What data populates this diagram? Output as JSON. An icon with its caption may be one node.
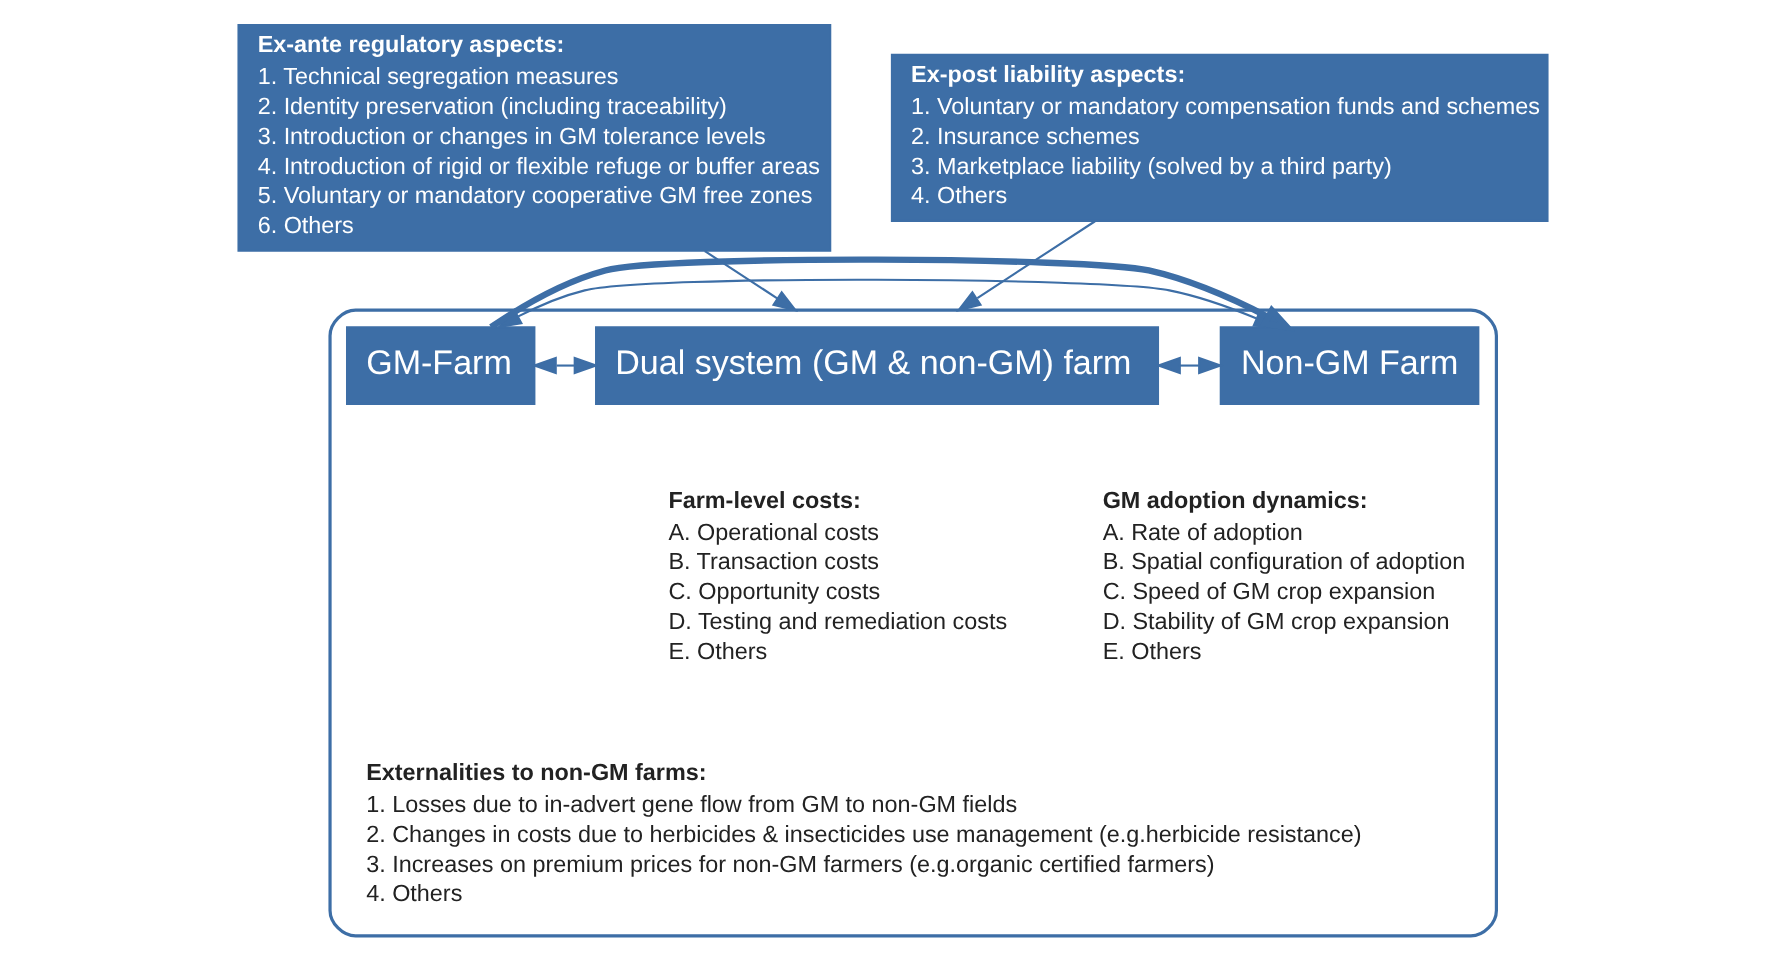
{
  "diagram": {
    "nodes": [
      {
        "text": [
          "Ex-ante regulatory aspects:",
          "1. Technical segregation measures",
          "2. Identity preservation (including traceability)",
          "3. Introduction or changes in GM tolerance levels",
          "4. Introduction of rigid or flexible refuge or buffer areas",
          "5. Voluntary or mandatory cooperative GM free zones",
          "6. Others"
        ]
      },
      {
        "text": [
          "Ex-post liability aspects:",
          "1. Voluntary or mandatory compensation funds and schemes",
          "2. Insurance schemes",
          "3. Marketplace liability (solved by a third party)",
          "4. Others"
        ]
      },
      {
        "text": [],
        "shape": "box"
      },
      {
        "text": [
          "Dual system (GM & non-GM) farm"
        ],
        "in": 2
      },
      {
        "text": [
          "GM-Farm"
        ],
        "in": 2
      },
      {
        "text": [
          "Non-GM Farm"
        ],
        "in": 2
      },
      {
        "text": [
          "Farm-level costs:",
          "A. Operational costs",
          "B. Transaction costs",
          "C. Opportunity costs",
          "D. Testing and remediation costs",
          "E. Others"
        ],
        "in": 2
      },
      {
        "text": [
          "GM adoption dynamics:",
          "A. Rate of adoption",
          "B. Spatial configuration of adoption",
          "C. Speed of GM crop expansion",
          "D. Stability of GM crop expansion",
          "E. Others"
        ],
        "in": 2
      },
      {
        "text": [
          "Externalities to non-GM farms:",
          "1. Losses due to in-advert gene flow from GM to non-GM fields",
          "2. Changes in costs due to herbicides & insecticides use management (e.g.herbicide resistance)",
          "3. Increases on premium prices for non-GM farmers (e.g.organic certified farmers)",
          "4. Others"
        ],
        "in": 2
      }
    ],
    "edges": [
      {
        "from": 0,
        "to": 2,
        "arrow": "to"
      },
      {
        "from": 1,
        "to": 2,
        "arrow": "to"
      },
      {
        "from": 4,
        "to": 3,
        "arrow": "both"
      },
      {
        "from": 3,
        "to": 5,
        "arrow": "both"
      },
      {
        "from": 4,
        "to": 5,
        "arrow": "both"
      },
      {
        "from": 4,
        "to": 5,
        "arrow": "to",
        "style": "thick"
      }
    ]
  }
}
